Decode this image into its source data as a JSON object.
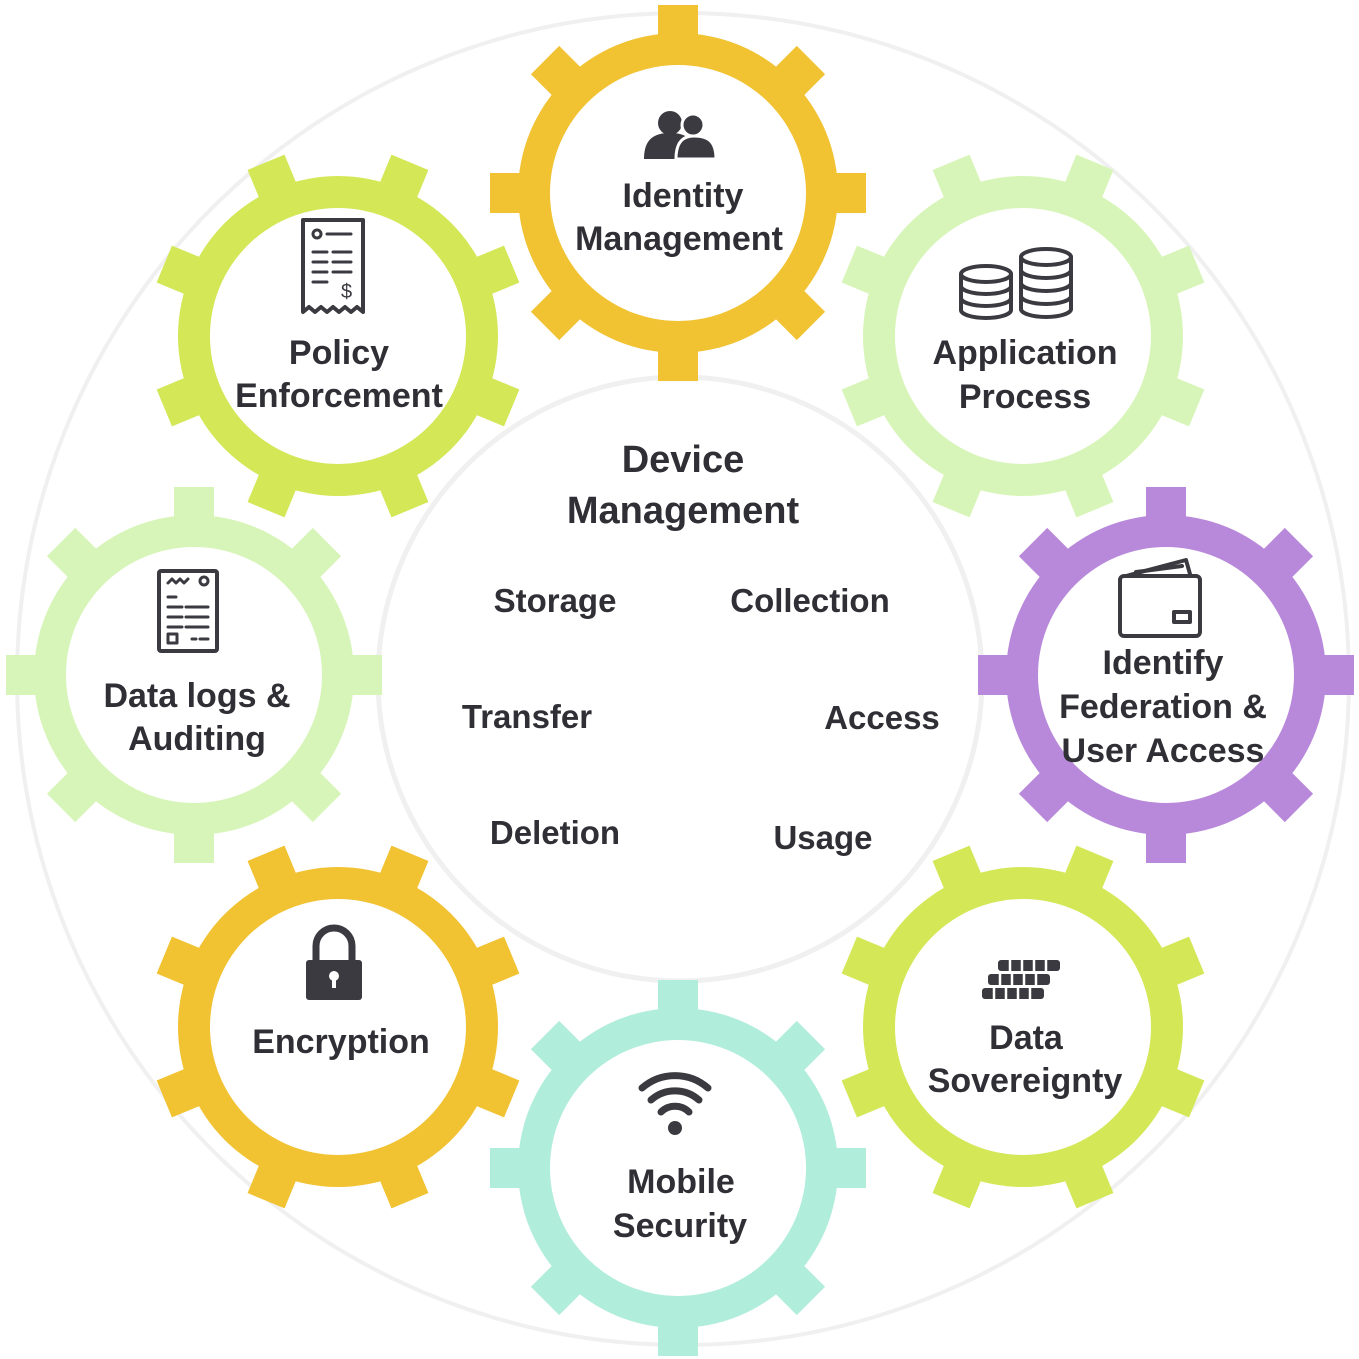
{
  "colors": {
    "gold": "#f1c232",
    "lime": "#d4e757",
    "pale_green": "#d7f5b8",
    "purple": "#b889da",
    "mint": "#b1eddb",
    "text": "#2f2f35",
    "outer_ring": "#f0f0f0"
  },
  "center": {
    "title_line1": "Device",
    "title_line2": "Management",
    "items": {
      "storage": "Storage",
      "collection": "Collection",
      "transfer": "Transfer",
      "access": "Access",
      "deletion": "Deletion",
      "usage": "Usage"
    }
  },
  "gears": {
    "identity": {
      "line1": "Identity",
      "line2": "Management",
      "icon": "users-icon",
      "color": "gold"
    },
    "application": {
      "line1": "Application",
      "line2": "Process",
      "icon": "database-icon",
      "color": "pale_green"
    },
    "federation": {
      "line1": "Identify",
      "line2": "Federation &",
      "line3": "User Access",
      "icon": "wallet-icon",
      "color": "purple"
    },
    "sovereignty": {
      "line1": "Data",
      "line2": "Sovereignty",
      "icon": "coin-stack-icon",
      "color": "lime"
    },
    "mobile": {
      "line1": "Mobile",
      "line2": "Security",
      "icon": "wifi-icon",
      "color": "mint"
    },
    "encryption": {
      "line1": "Encryption",
      "icon": "lock-icon",
      "color": "gold"
    },
    "datalogs": {
      "line1": "Data logs &",
      "line2": "Auditing",
      "icon": "document-icon",
      "color": "pale_green"
    },
    "policy": {
      "line1": "Policy",
      "line2": "Enforcement",
      "icon": "receipt-icon",
      "color": "lime"
    }
  }
}
